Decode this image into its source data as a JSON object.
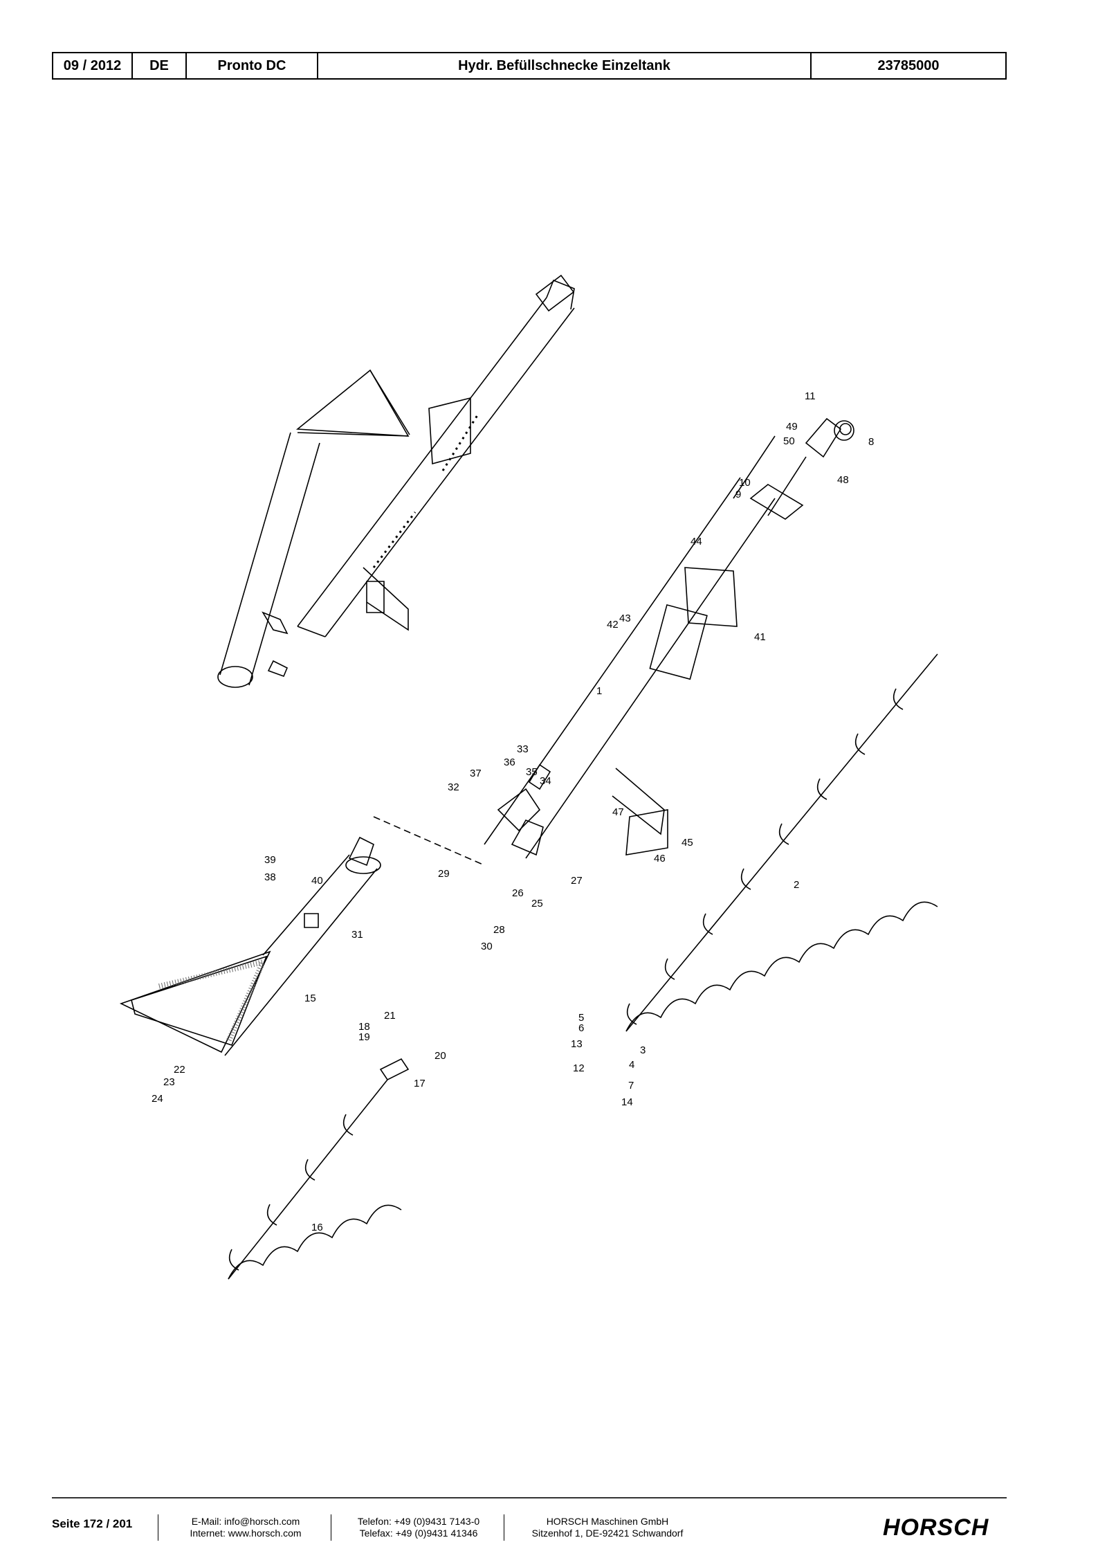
{
  "header": {
    "date": "09 / 2012",
    "lang": "DE",
    "model": "Pronto DC",
    "title": "Hydr. Befüllschnecke Einzeltank",
    "part_number": "23785000"
  },
  "callouts": [
    "1",
    "2",
    "3",
    "4",
    "5",
    "6",
    "7",
    "8",
    "9",
    "10",
    "11",
    "12",
    "13",
    "14",
    "15",
    "16",
    "17",
    "18",
    "19",
    "20",
    "21",
    "22",
    "23",
    "24",
    "25",
    "26",
    "27",
    "28",
    "29",
    "30",
    "31",
    "32",
    "33",
    "34",
    "35",
    "36",
    "37",
    "38",
    "39",
    "40",
    "41",
    "42",
    "43",
    "44",
    "45",
    "46",
    "47",
    "48",
    "49",
    "50"
  ],
  "footer": {
    "page": "Seite 172 / 201",
    "email": "E-Mail: info@horsch.com",
    "internet": "Internet: www.horsch.com",
    "phone": "Telefon: +49 (0)9431 7143-0",
    "fax": "Telefax: +49 (0)9431 41346",
    "company": "HORSCH Maschinen GmbH",
    "address": "Sitzenhof 1, DE-92421 Schwandorf",
    "logo": "HORSCH"
  }
}
